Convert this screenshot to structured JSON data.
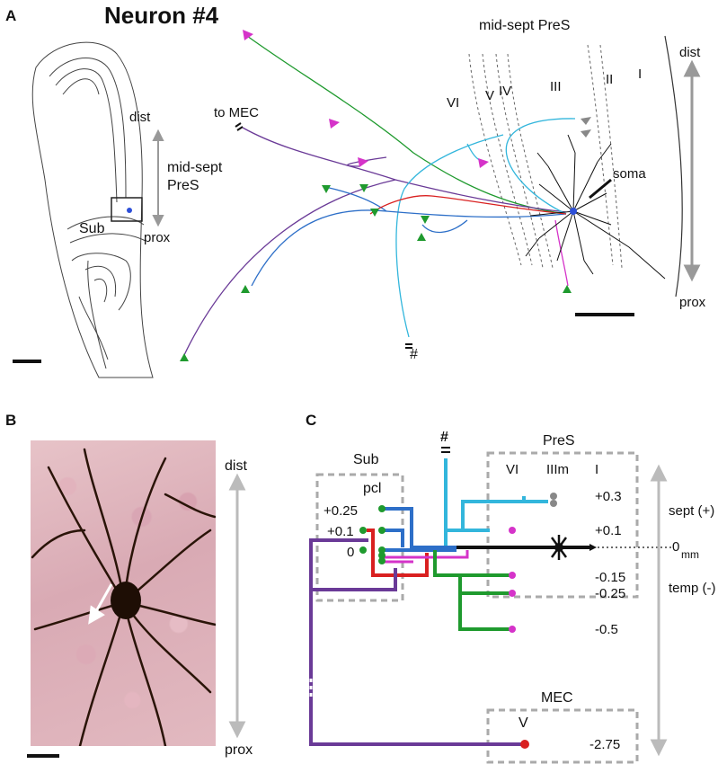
{
  "panelA": {
    "letter": "A",
    "title": "Neuron #4",
    "atlas": {
      "dist": "dist",
      "mid_sept": "mid-sept",
      "pres": "PreS",
      "sub": "Sub",
      "prox": "prox"
    },
    "recon": {
      "region": "mid-sept PreS",
      "layers": [
        "VI",
        "V",
        "IV",
        "III",
        "II",
        "I"
      ],
      "to_mec": "to MEC",
      "soma": "soma",
      "hash": "#",
      "dist": "dist",
      "prox": "prox"
    }
  },
  "panelB": {
    "letter": "B",
    "dist": "dist",
    "prox": "prox"
  },
  "panelC": {
    "letter": "C",
    "hash": "#",
    "sub": "Sub",
    "pcl": "pcl",
    "pres": "PreS",
    "layer_vi": "VI",
    "layer_iiim": "IIIm",
    "layer_i": "I",
    "left_values": [
      "+0.25",
      "+0.1",
      "0"
    ],
    "right_values": [
      "+0.3",
      "+0.1",
      "-0.15",
      "-0.25",
      "-0.5"
    ],
    "zero": "0",
    "mm": "mm",
    "sept": "sept (+)",
    "temp": "temp (-)",
    "mec": "MEC",
    "layer_v": "V",
    "mec_value": "-2.75"
  },
  "colors": {
    "green": "#1f9a2e",
    "purple": "#6a3a97",
    "magenta": "#d533c9",
    "cyan": "#33b6dc",
    "blue": "#2d6fc8",
    "red": "#d92020",
    "gray": "#aaaaaa"
  }
}
